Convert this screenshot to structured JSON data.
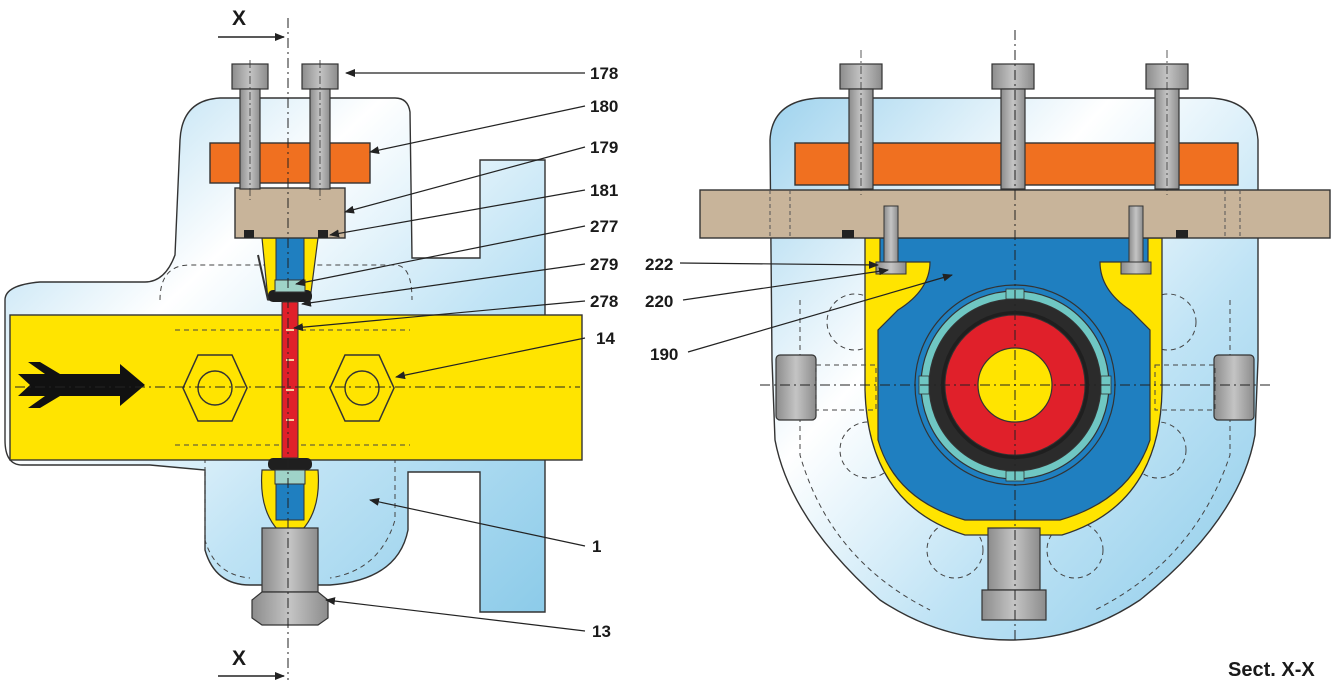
{
  "section_marks": {
    "top": "X",
    "bottom": "X"
  },
  "caption": "Sect. X-X",
  "callouts": {
    "c178": "178",
    "c180": "180",
    "c179": "179",
    "c181": "181",
    "c277": "277",
    "c279": "279",
    "c278": "278",
    "c14": "14",
    "c1": "1",
    "c13": "13",
    "c222": "222",
    "c220": "220",
    "c190": "190"
  },
  "colors": {
    "body": "#c7e6f6",
    "pipe": "#ffe400",
    "plate": "#f07020",
    "clamp": "#c8b49a",
    "insert": "#1f7fc0",
    "bolt": "#a9a9a9",
    "ring_teal": "#6fc7c3",
    "ring_dark": "#2b2b2b",
    "ring_red": "#e0202a"
  }
}
